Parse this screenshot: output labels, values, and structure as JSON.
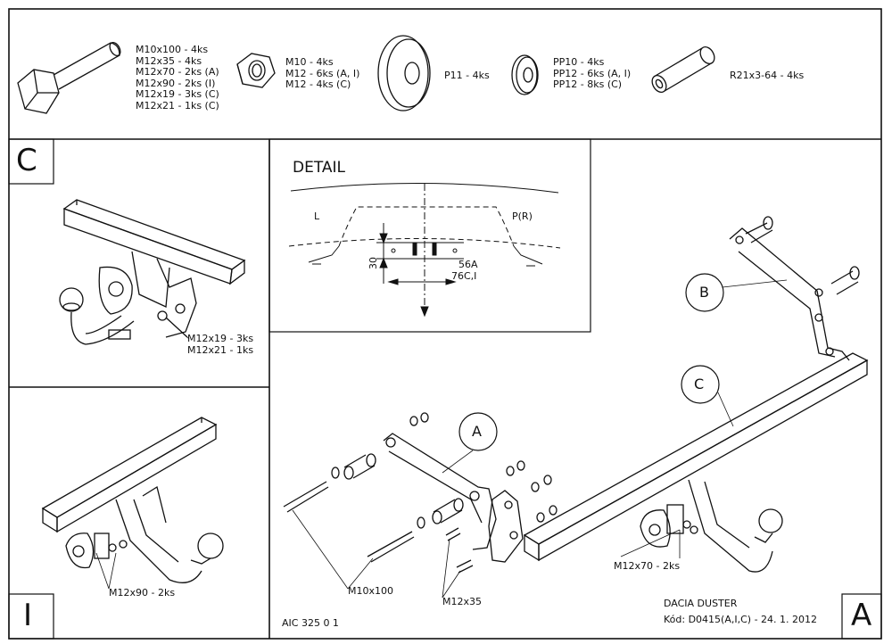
{
  "header_parts": {
    "bolts": [
      "M10x100 - 4ks",
      "M12x35 - 4ks",
      "M12x70 - 2ks (A)",
      "M12x90 - 2ks (I)",
      "M12x19 - 3ks (C)",
      "M12x21 - 1ks (C)"
    ],
    "nuts": [
      "M10 - 4ks",
      "M12 - 6ks (A, I)",
      "M12 - 4ks (C)"
    ],
    "washer_large": "P11 - 4ks",
    "washers": [
      "PP10 - 4ks",
      "PP12 - 6ks (A, I)",
      "PP12 - 8ks (C)"
    ],
    "spacer": "R21x3-64 - 4ks"
  },
  "panel_c": {
    "letter": "C",
    "callout": [
      "M12x19 - 3ks",
      "M12x21 - 1ks"
    ]
  },
  "panel_i": {
    "letter": "I",
    "callout": "M12x90 - 2ks"
  },
  "detail": {
    "title": "DETAIL",
    "left_label": "L",
    "right_label": "P(R)",
    "dim_vertical": "30",
    "dim_a": "56A",
    "dim_b": "76C,I"
  },
  "main": {
    "balloon_a": "A",
    "balloon_b": "B",
    "balloon_c": "C",
    "callout_m12x70": "M12x70 - 2ks",
    "callout_m10x100": "M10x100",
    "callout_m12x35": "M12x35",
    "drawing_no": "AIC 325 0 1",
    "vehicle": "DACIA DUSTER",
    "code": "Kód: D0415(A,I,C) - 24. 1. 2012",
    "corner_letter": "A"
  }
}
